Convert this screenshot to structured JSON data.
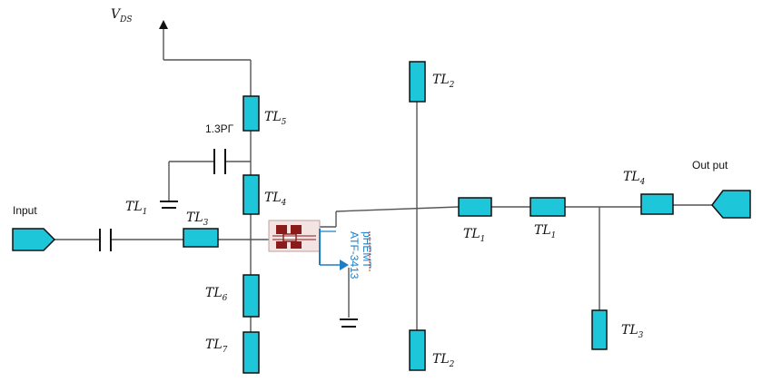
{
  "labels": {
    "vds": "V",
    "vds_sub": "DS",
    "input": "Input",
    "output": "Out put",
    "cap_value": "1.3PΓ",
    "device_line1": "pHEMT",
    "device_line2": "ATF-3413",
    "tl": "TL",
    "tl1": "1",
    "tl2": "2",
    "tl3": "3",
    "tl4": "4",
    "tl5": "5",
    "tl6": "6",
    "tl7": "7"
  },
  "colors": {
    "line_fill": "#1ec6da",
    "device_text": "#1f7fc4",
    "transistor_icon": "#8b1a1a"
  }
}
